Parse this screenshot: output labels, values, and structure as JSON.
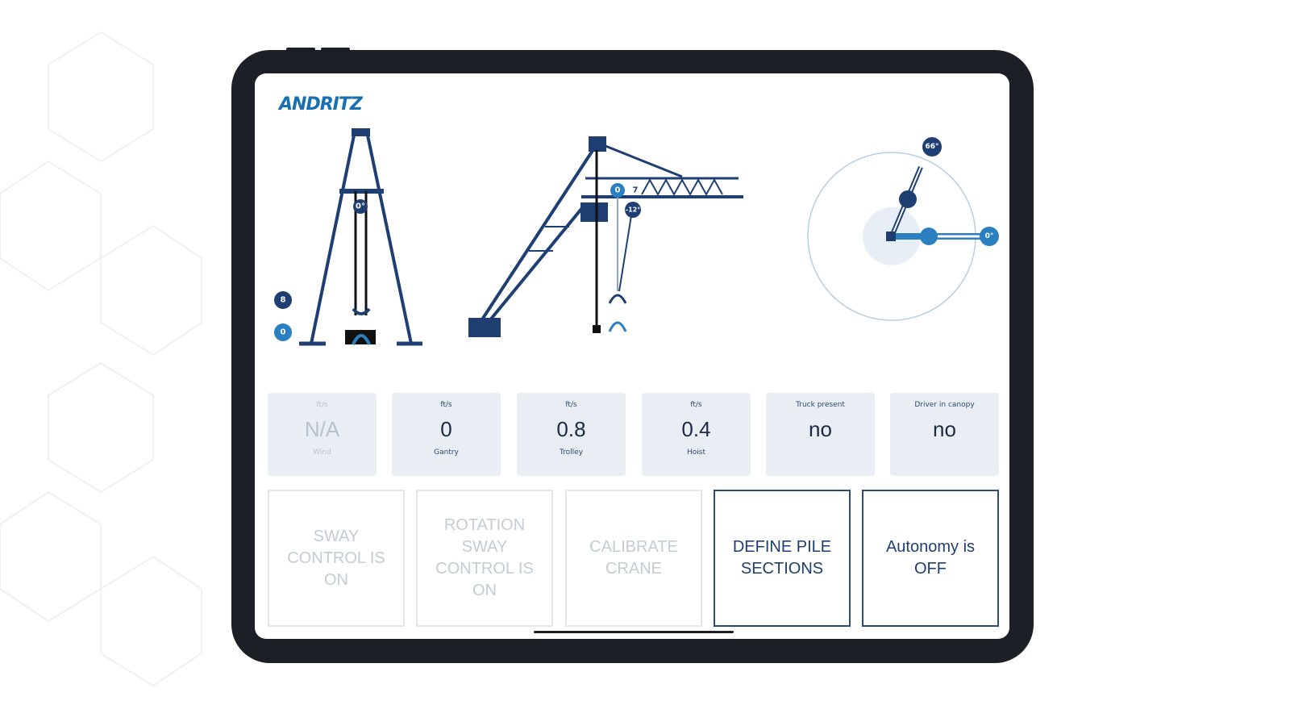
{
  "logo": "ANDRITZ",
  "crane_badges": {
    "side_upper": "8",
    "side_lower": "0",
    "side_angle": "0°",
    "trolley_pos": "0",
    "trolley_num": "7",
    "rope_angle": "-12°",
    "rotation_angle": "66°",
    "rotation_ref": "0°"
  },
  "cards": [
    {
      "unit": "ft/s",
      "value": "N/A",
      "label": "Wind",
      "disabled": true
    },
    {
      "unit": "ft/s",
      "value": "0",
      "label": "Gantry"
    },
    {
      "unit": "ft/s",
      "value": "0.8",
      "label": "Trolley"
    },
    {
      "unit": "ft/s",
      "value": "0.4",
      "label": "Hoist"
    },
    {
      "unit": "Truck present",
      "value": "no",
      "label": ""
    },
    {
      "unit": "Driver in canopy",
      "value": "no",
      "label": ""
    }
  ],
  "buttons": [
    {
      "label": "SWAY CONTROL IS ON",
      "enabled": false
    },
    {
      "label": "ROTATION SWAY CONTROL IS ON",
      "enabled": false
    },
    {
      "label": "CALIBRATE CRANE",
      "enabled": false
    },
    {
      "label": "DEFINE PILE SECTIONS",
      "enabled": true
    },
    {
      "label": "Autonomy is OFF",
      "enabled": true
    }
  ],
  "colors": {
    "primary": "#1f3f73",
    "accent": "#2a7fc1",
    "frame": "#1c1f26",
    "card_bg": "#e8eef4"
  }
}
